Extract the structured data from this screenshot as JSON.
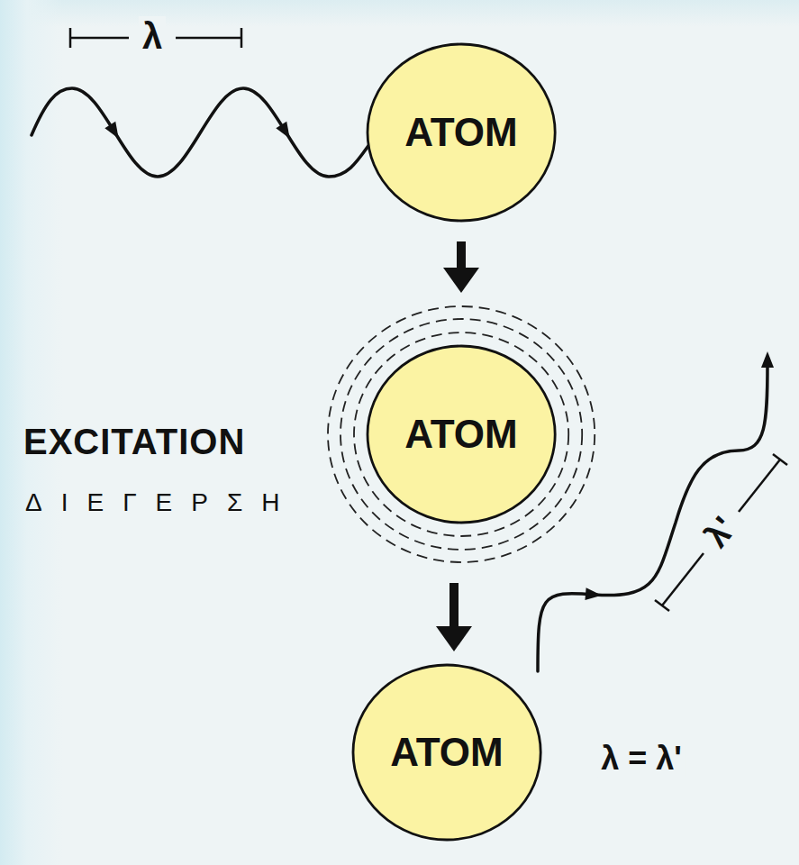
{
  "diagram": {
    "nodes": [
      {
        "text": [
          "ATOM"
        ]
      },
      {
        "text": [
          "ATOM"
        ]
      },
      {
        "text": [
          "ATOM"
        ]
      }
    ],
    "edges": [
      {
        "from": 0,
        "to": 1,
        "arrow": "to"
      },
      {
        "from": 1,
        "to": 2,
        "arrow": "to"
      }
    ],
    "labels": [
      "λ",
      "EXCITATION",
      "ΔΙΕΓΕΡΣΗ",
      "λ'",
      "λ = λ'"
    ]
  }
}
